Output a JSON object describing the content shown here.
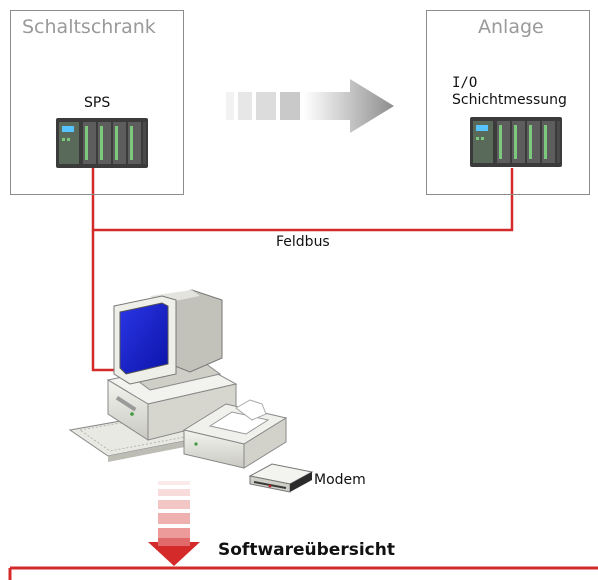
{
  "cabinet": {
    "title": "Schaltschrank",
    "device_label": "SPS"
  },
  "plant": {
    "title": "Anlage",
    "device_label_line1": "I/O",
    "device_label_line2": "Schichtmessung"
  },
  "bus_label": "Feldbus",
  "modem_label": "Modem",
  "section_title": "Softwareübersicht",
  "colors": {
    "bus_line": "#d42a2a",
    "box_border": "#8c8c8c",
    "title_text": "#9a9a9a",
    "plc_body": "#3b3b3b",
    "plc_module": "#7cc87c",
    "monitor_screen": "#1a22c8"
  },
  "icons": [
    "plc-module-icon",
    "arrow-right-icon",
    "computer-icon",
    "modem-icon",
    "arrow-down-icon"
  ]
}
